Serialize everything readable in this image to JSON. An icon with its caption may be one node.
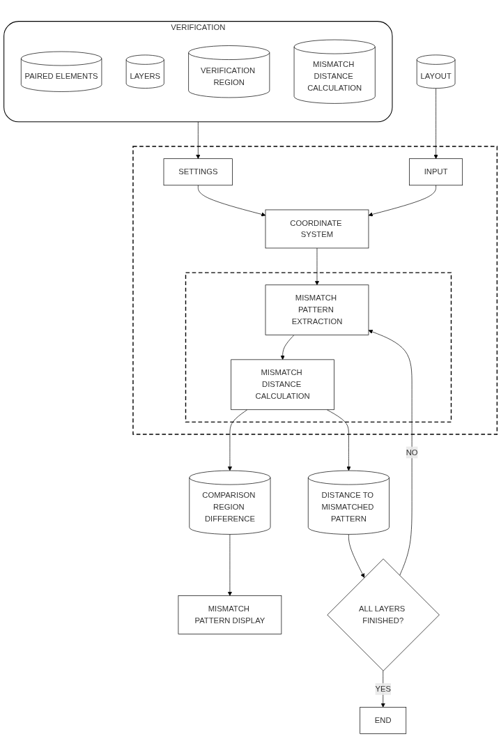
{
  "diagram": {
    "nodes": [
      {
        "text": [
          "VERIFICATION"
        ]
      },
      {
        "text": [
          "PAIRED ELEMENTS"
        ],
        "in": 0
      },
      {
        "text": [
          "LAYERS"
        ],
        "in": 0
      },
      {
        "text": [
          "VERIFICATION REGION"
        ],
        "in": 0
      },
      {
        "text": [
          "MISMATCH DISTANCE CALCULATION"
        ],
        "in": 0
      },
      {
        "text": [
          "LAYOUT"
        ]
      },
      {
        "text": [],
        "shape": "box"
      },
      {
        "text": [
          "SETTINGS"
        ],
        "in": 6
      },
      {
        "text": [
          "INPUT"
        ],
        "in": 6
      },
      {
        "text": [
          "COORDINATE SYSTEM"
        ],
        "in": 6
      },
      {
        "text": [],
        "shape": "box",
        "in": 6
      },
      {
        "text": [
          "MISMATCH PATTERN EXTRACTION"
        ],
        "in": 10
      },
      {
        "text": [
          "MISMATCH DISTANCE CALCULATION"
        ],
        "in": 10
      },
      {
        "text": [
          "COMPARISON REGION DIFFERENCE"
        ]
      },
      {
        "text": [
          "DISTANCE TO MISMATCHED PATTERN"
        ]
      },
      {
        "text": [
          "MISMATCH PATTERN DISPLAY"
        ]
      },
      {
        "text": [
          "ALL LAYERS FINISHED?"
        ]
      },
      {
        "text": [
          "END"
        ]
      }
    ],
    "edges": [
      {
        "from": 0,
        "to": 7,
        "arrow": "to"
      },
      {
        "from": 5,
        "to": 8,
        "arrow": "to"
      },
      {
        "from": 7,
        "to": 9,
        "arrow": "to"
      },
      {
        "from": 8,
        "to": 9,
        "arrow": "to"
      },
      {
        "from": 9,
        "to": 11,
        "arrow": "to"
      },
      {
        "from": 11,
        "to": 12,
        "arrow": "to"
      },
      {
        "from": 12,
        "to": 13,
        "arrow": "to"
      },
      {
        "from": 12,
        "to": 14,
        "arrow": "to"
      },
      {
        "from": 13,
        "to": 15,
        "arrow": "to"
      },
      {
        "from": 14,
        "to": 16,
        "arrow": "to"
      },
      {
        "from": 16,
        "to": 11,
        "arrow": "to",
        "label": "NO"
      },
      {
        "from": 16,
        "to": 17,
        "arrow": "to",
        "label": "YES"
      }
    ]
  }
}
